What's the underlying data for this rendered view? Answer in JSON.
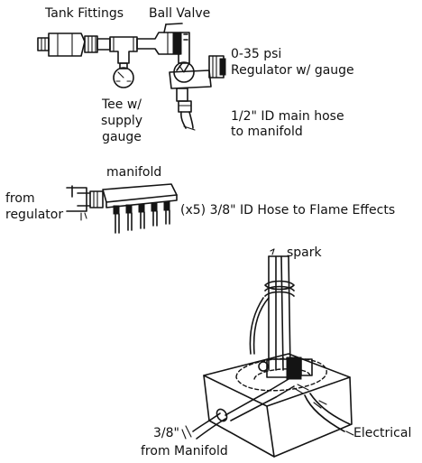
{
  "labels": {
    "tank_fittings": "Tank Fittings",
    "ball_valve": "Ball Valve",
    "regulator_line1": "0-35 psi",
    "regulator_line2": "Regulator w/ gauge",
    "tee_line1": "Tee w/",
    "tee_line2": "supply",
    "tee_line3": "gauge",
    "main_hose_line1": "1/2\" ID main hose",
    "main_hose_line2": "to manifold",
    "manifold": "manifold",
    "from_regulator_line1": "from",
    "from_regulator_line2": "regulator",
    "flame_hoses": "(x5) 3/8\" ID Hose to Flame Effects",
    "spark": "spark",
    "from_manifold_line1": "3/8\"",
    "from_manifold_line2": "from Manifold",
    "electrical": "Electrical"
  },
  "colors": {
    "ink": "#141414",
    "background": "#ffffff"
  },
  "icons": [
    "pressure-gauge-icon",
    "ball-valve-icon",
    "manifold-icon",
    "burner-box-icon"
  ]
}
